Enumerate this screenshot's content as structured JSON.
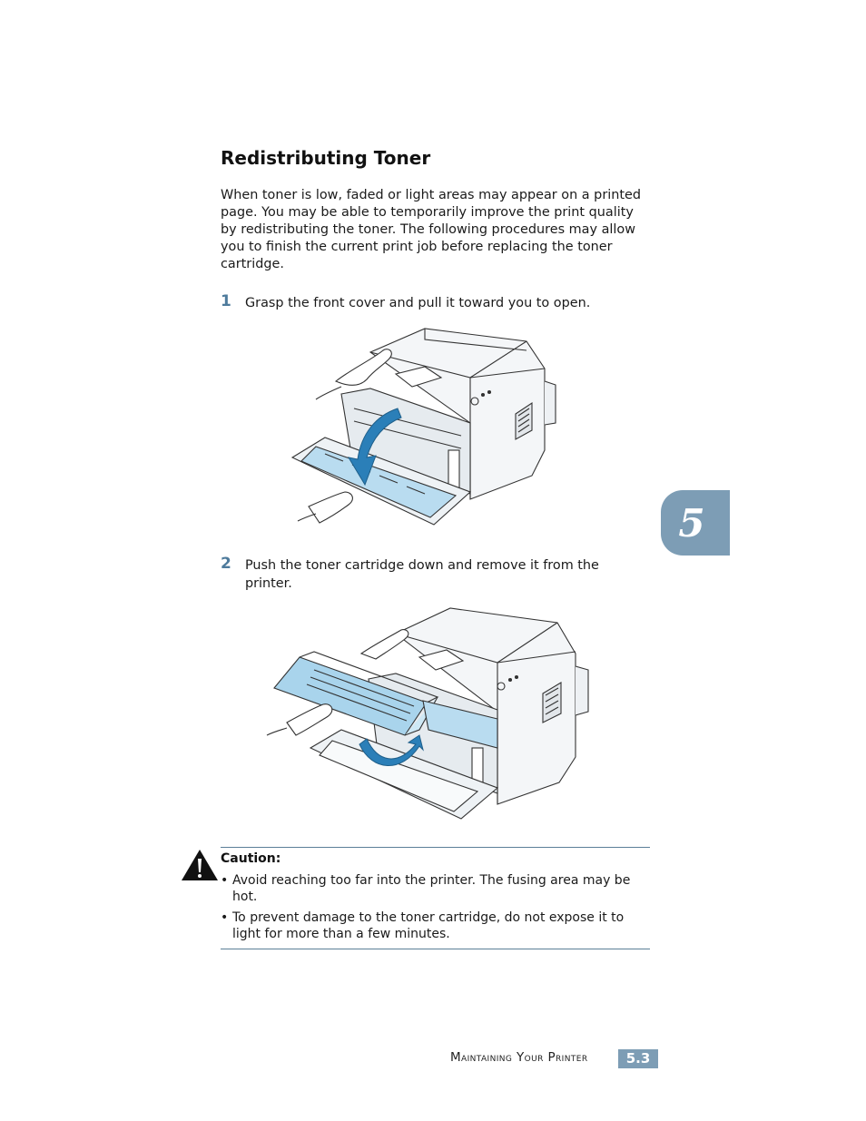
{
  "section": {
    "title": "Redistributing Toner",
    "intro": "When toner is low, faded or light areas may appear on a printed page. You may be able to temporarily improve the print quality by redistributing the toner. The following procedures may allow you to finish the current print job before replacing the toner cartridge."
  },
  "steps": [
    {
      "number": "1",
      "text": "Grasp the front cover and pull it toward you to open."
    },
    {
      "number": "2",
      "text": "Push the toner cartridge down and remove it from the printer."
    }
  ],
  "caution": {
    "title": "Caution:",
    "bullet_symbol": "•",
    "items": [
      "Avoid reaching too far into the printer. The fusing area may be hot.",
      "To prevent damage to the toner cartridge, do not expose it to light for more than a few minutes."
    ]
  },
  "chapter_tab": "5",
  "footer": {
    "section_name": "Maintaining Your Printer",
    "page_number": "5.3"
  },
  "colors": {
    "accent": "#7d9db5",
    "step_number": "#4e7b9c",
    "arrow": "#2b7fb8",
    "cartridge": "#a9d4ec",
    "rule": "#5b7f98"
  },
  "icons": [
    "warning-icon",
    "hand-icon",
    "blue-arrow-icon"
  ]
}
